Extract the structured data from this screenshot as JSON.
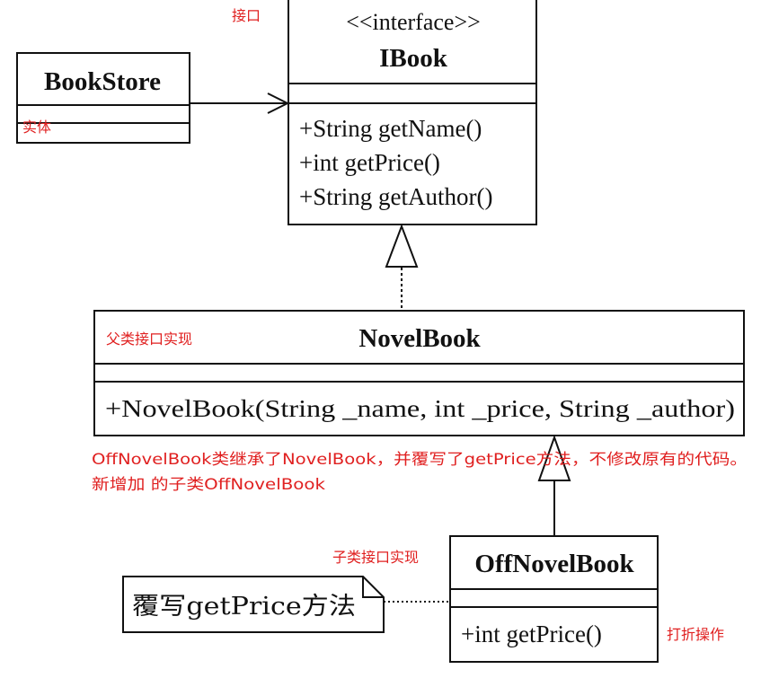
{
  "classes": {
    "ibook": {
      "stereotype": "<<interface>>",
      "name": "IBook",
      "methods": [
        "+String getName()",
        "+int getPrice()",
        "+String getAuthor()"
      ]
    },
    "bookstore": {
      "name": "BookStore"
    },
    "novelbook": {
      "name": "NovelBook",
      "methods": [
        "+NovelBook(String _name, int _price, String _author)"
      ]
    },
    "offnovelbook": {
      "name": "OffNovelBook",
      "methods": [
        "+int getPrice()"
      ]
    }
  },
  "note": {
    "text": "覆写getPrice方法"
  },
  "annotations": {
    "interface_label": "接口",
    "entity_label": "实体",
    "parent_impl_label": "父类接口实现",
    "description_line1": "OffNovelBook类继承了NovelBook，并覆写了getPrice方法，不修改原有的代码。",
    "description_line2": "新增加 的子类OffNovelBook",
    "child_impl_label": "子类接口实现",
    "discount_label": "打折操作"
  },
  "colors": {
    "annotation": "#e02020",
    "line": "#111111",
    "background": "#ffffff"
  }
}
